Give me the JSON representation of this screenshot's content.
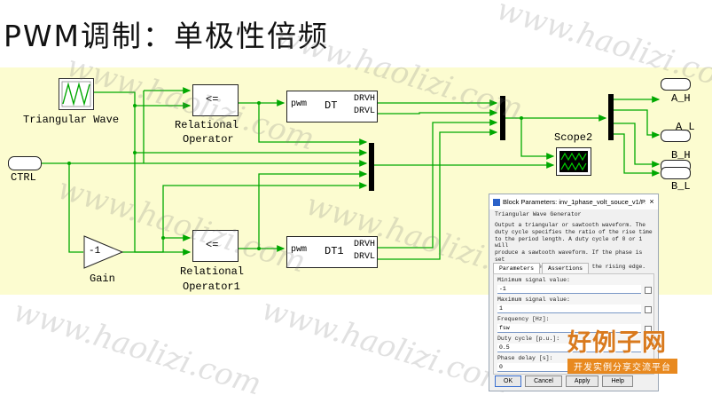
{
  "slide_title": "PWM调制：单极性倍频",
  "watermark_text": "www.haolizi.com",
  "diagram": {
    "triangular_wave_label": "Triangular Wave",
    "ctrl_label": "CTRL",
    "gain_value": "-1",
    "gain_label": "Gain",
    "relop1_symbol": "<=",
    "relop1_label_line1": "Relational",
    "relop1_label_line2": "Operator",
    "relop2_symbol": "<=",
    "relop2_label_line1": "Relational",
    "relop2_label_line2": "Operator1",
    "dt1_in": "pwm",
    "dt1_name": "DT",
    "dt1_out1": "DRVH",
    "dt1_out2": "DRVL",
    "dt2_in": "pwm",
    "dt2_name": "DT1",
    "dt2_out1": "DRVH",
    "dt2_out2": "DRVL",
    "scope_label": "Scope2",
    "outputs": [
      "A_H",
      "A_L",
      "B_H",
      "B_L"
    ],
    "colors": {
      "wire": "#00a800",
      "canvas": "#fcfcd0",
      "mux": "#000000"
    }
  },
  "dialog": {
    "title": "Block Parameters: inv_1phase_volt_souce_v1/P...",
    "close_glyph": "×",
    "block_name": "Triangular Wave Generator",
    "description": [
      "Output a triangular or sawtooth waveform. The",
      "duty cycle specifies the ratio of the rise time",
      "to the period length. A duty cycle of 0 or 1 will",
      "produce a sawtooth waveform. If the phase is set",
      "to 0, the waveform begins at the rising edge."
    ],
    "tabs": [
      "Parameters",
      "Assertions"
    ],
    "params": [
      {
        "label": "Minimum signal value:",
        "value": "-1"
      },
      {
        "label": "Maximum signal value:",
        "value": "1"
      },
      {
        "label": "Frequency [Hz]:",
        "value": "fsw"
      },
      {
        "label": "Duty cycle [p.u.]:",
        "value": "0.5"
      },
      {
        "label": "Phase delay [s]:",
        "value": "0"
      }
    ],
    "buttons": [
      "OK",
      "Cancel",
      "Apply",
      "Help"
    ]
  },
  "logo": {
    "main_text": "好例子网",
    "sub_text": "开发实例分享交流平台"
  }
}
